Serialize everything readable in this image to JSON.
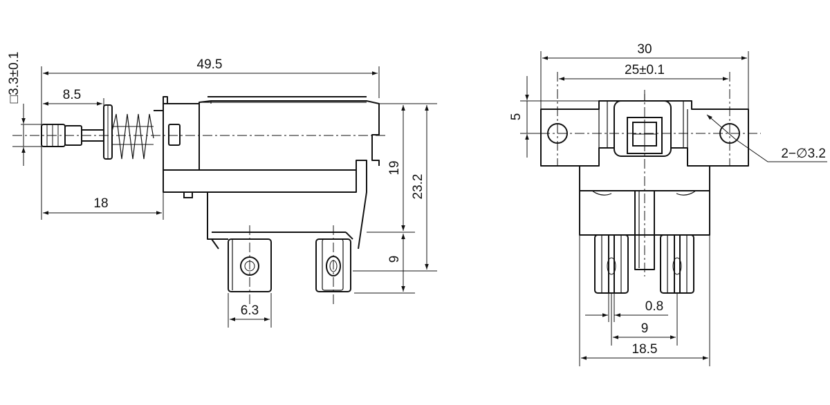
{
  "dimensions": {
    "side": {
      "square_section": "□3.3±0.1",
      "overall_length": "49.5",
      "plunger_to_flange": "8.5",
      "plunger_offset": "18",
      "body_height": "19",
      "total_height": "23.2",
      "terminal_height": "9",
      "terminal_width": "6.3"
    },
    "front": {
      "overall_width": "30",
      "hole_spacing": "25±0.1",
      "flange_height": "5",
      "mount_holes": "2−∅3.2",
      "pin_thickness": "0.8",
      "pin_spacing": "9",
      "terminal_span": "18.5"
    }
  }
}
